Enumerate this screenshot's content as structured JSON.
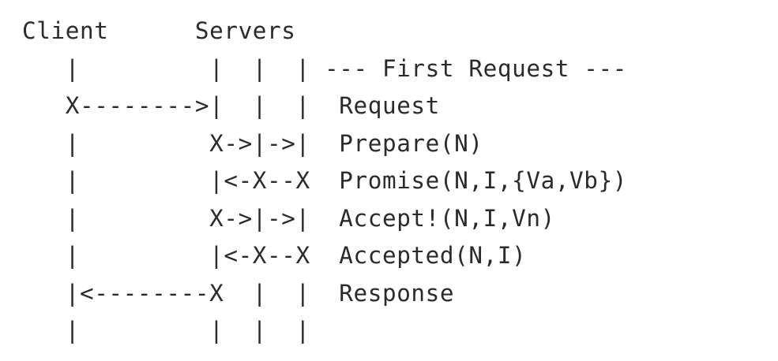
{
  "diagram": {
    "lines": [
      "Client      Servers",
      "   |         |  |  | --- First Request ---",
      "   X-------->|  |  |  Request",
      "   |         X->|->|  Prepare(N)",
      "   |         |<-X--X  Promise(N,I,{Va,Vb})",
      "   |         X->|->|  Accept!(N,I,Vn)",
      "   |         |<-X--X  Accepted(N,I)",
      "   |<--------X  |  |  Response",
      "   |         |  |  |"
    ]
  }
}
